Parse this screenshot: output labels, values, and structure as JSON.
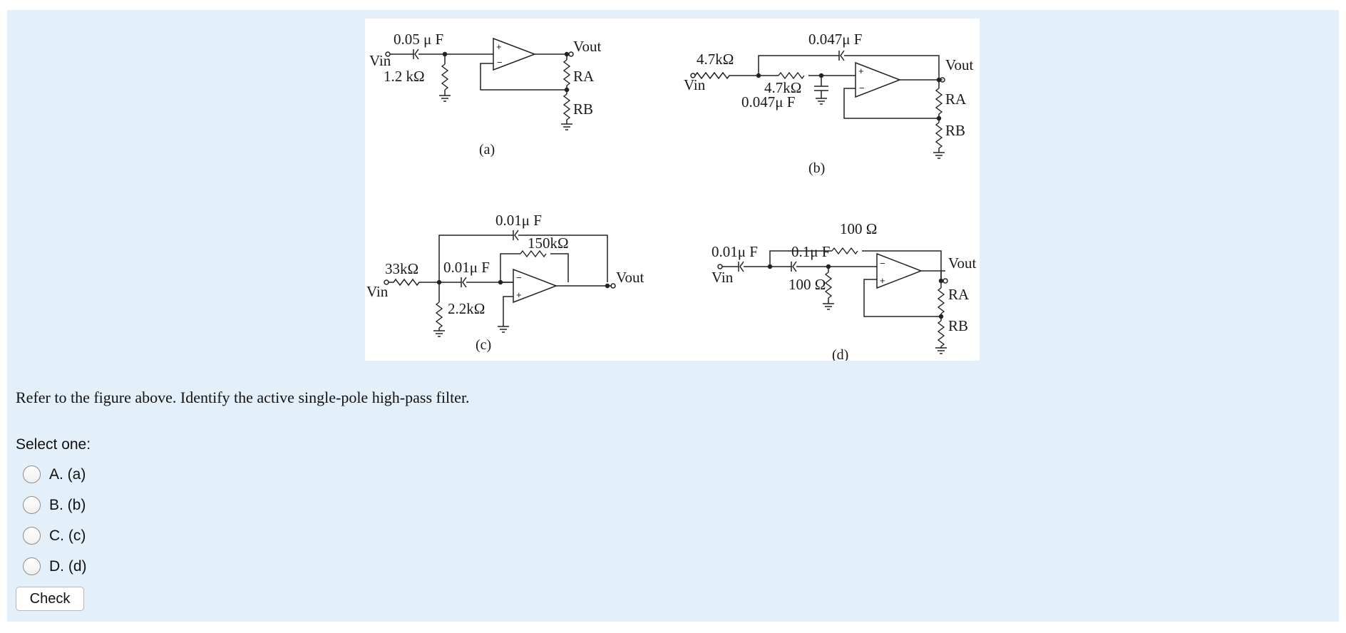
{
  "figure": {
    "a": {
      "caption": "(a)",
      "cap": "0.05 μ F",
      "vin": "Vin",
      "res": "1.2 kΩ",
      "vout": "Vout",
      "ra": "RA",
      "rb": "RB"
    },
    "b": {
      "caption": "(b)",
      "r_top": "4.7kΩ",
      "cap_top": "0.047μ F",
      "vin": "Vin",
      "r_mid": "4.7kΩ",
      "cap_mid": "0.047μ F",
      "vout": "Vout",
      "ra": "RA",
      "rb": "RB"
    },
    "c": {
      "caption": "(c)",
      "cap_top": "0.01μ F",
      "r_fb": "150kΩ",
      "r_in": "33kΩ",
      "cap_mid": "0.01μ F",
      "vin": "Vin",
      "r_gnd": "2.2kΩ",
      "vout": "Vout"
    },
    "d": {
      "caption": "(d)",
      "r_top": "100 Ω",
      "cap_in": "0.01μ F",
      "cap_mid": "0.1μ F",
      "vin": "Vin",
      "r_gnd": "100 Ω",
      "vout": "Vout",
      "ra": "RA",
      "rb": "RB"
    }
  },
  "question": {
    "text": "Refer to the figure above. Identify the active single-pole high-pass filter."
  },
  "select_label": "Select one:",
  "options": [
    {
      "label": "A. (a)"
    },
    {
      "label": "B. (b)"
    },
    {
      "label": "C. (c)"
    },
    {
      "label": "D. (d)"
    }
  ],
  "check_label": "Check"
}
